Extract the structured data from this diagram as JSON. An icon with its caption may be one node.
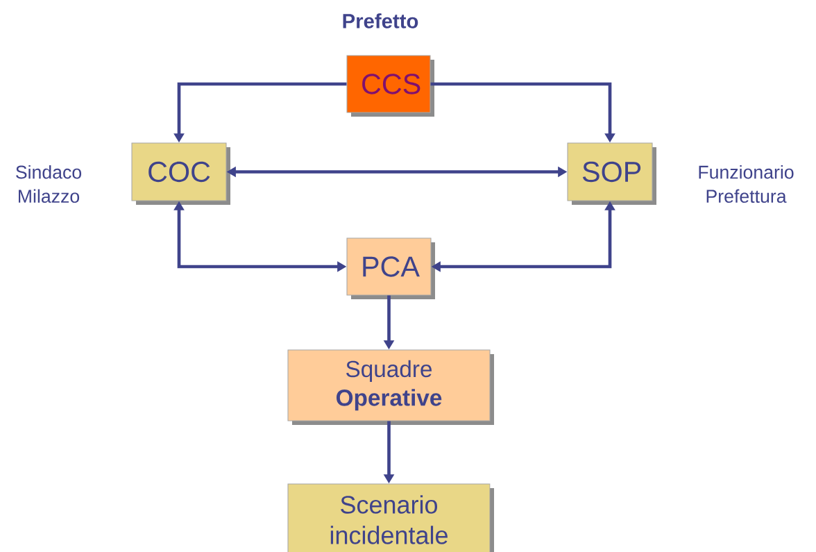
{
  "diagram": {
    "nodes": [
      {
        "text": [
          "CCS"
        ],
        "beside": [
          "Prefetto"
        ]
      },
      {
        "text": [
          "COC"
        ],
        "beside": [
          "Sindaco Milazzo"
        ]
      },
      {
        "text": [
          "SOP"
        ],
        "beside": [
          "Funzionario Prefettura"
        ]
      },
      {
        "text": [
          "PCA"
        ]
      },
      {
        "text": [
          "Squadre **Operative**"
        ]
      },
      {
        "text": [
          "Scenario incidentale"
        ]
      }
    ],
    "edges": [
      {
        "from": 0,
        "to": 1,
        "arrow": "to"
      },
      {
        "from": 0,
        "to": 2,
        "arrow": "to"
      },
      {
        "from": 1,
        "to": 2,
        "arrow": "both"
      },
      {
        "from": 1,
        "to": 3,
        "arrow": "both"
      },
      {
        "from": 2,
        "to": 3,
        "arrow": "both"
      },
      {
        "from": 3,
        "to": 4,
        "arrow": "to"
      },
      {
        "from": 4,
        "to": 5,
        "arrow": "to"
      }
    ]
  }
}
